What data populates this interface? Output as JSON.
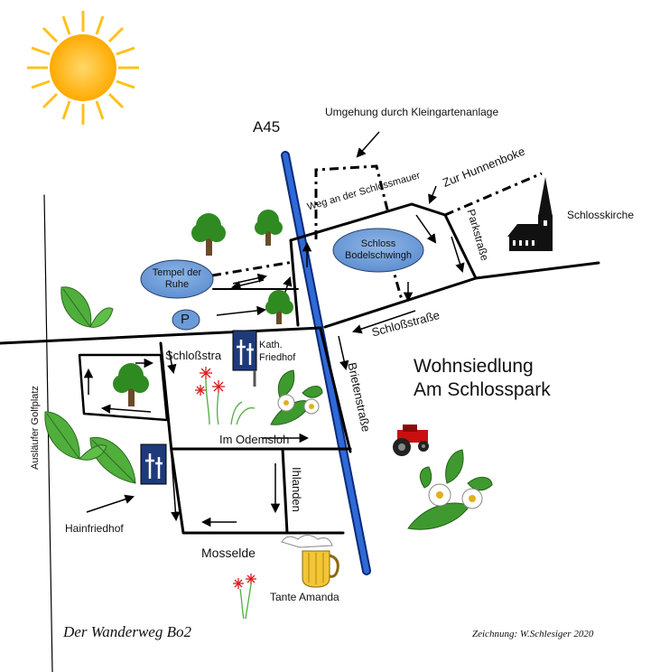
{
  "title": "Der Wanderweg Bo2",
  "credit": "Zeichnung: W.Schlesiger 2020",
  "labels": {
    "highway": "A45",
    "detour": "Umgehung durch Kleingartenanlage",
    "wall_path": "Weg an der Schlossmauer",
    "hunnenboke": "Zur Hunnenboke",
    "parkstrasse": "Parkstraße",
    "schlosskirche": "Schlosskirche",
    "schloss_line1": "Schloss",
    "schloss_line2": "Bodelschwingh",
    "tempel_line1": "Tempel der",
    "tempel_line2": "Ruhe",
    "parking": "P",
    "schlossstrasse_right": "Schloßstraße",
    "schlossstrasse_left": "Schloßstra",
    "kath_friedhof_line1": "Kath.",
    "kath_friedhof_line2": "Friedhof",
    "brietenstrasse": "Brietenstraße",
    "settlement_line1": "Wohnsiedlung",
    "settlement_line2": "Am Schlosspark",
    "golfplatz": "Ausläufer Golfplatz",
    "odemsloh": "Im Odemsloh",
    "ihlanden": "Ihlanden",
    "hainfriedhof": "Hainfriedhof",
    "mosselde": "Mosselde",
    "tante_amanda": "Tante Amanda"
  },
  "colors": {
    "road": "#000000",
    "highway": "#2a5fc9",
    "oval_fill": "#6b9bd8",
    "sun": "#ffc21a",
    "tree": "#2f8a22",
    "leaf": "#4fae3c",
    "flower_red": "#d81e1e",
    "cemetery_sign": "#1e3a7a",
    "tractor": "#c81010",
    "beer": "#f2c634"
  },
  "icons": [
    "sun-icon",
    "tree-icon",
    "leaf-icon",
    "flower-icon",
    "church-icon",
    "cemetery-cross-icon",
    "tractor-icon",
    "beer-mug-icon",
    "parking-icon"
  ]
}
